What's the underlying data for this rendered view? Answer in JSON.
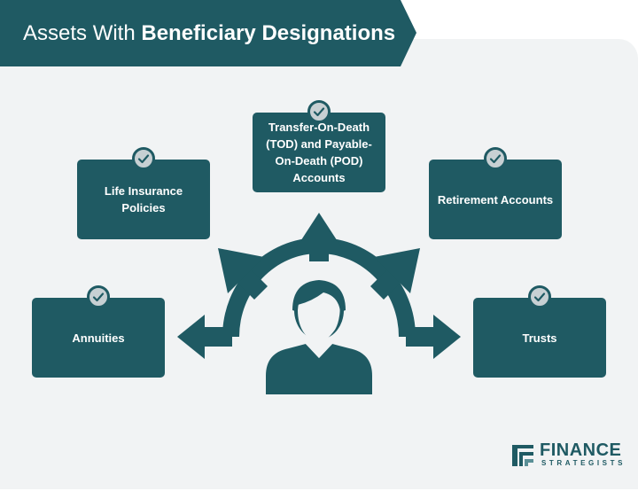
{
  "header": {
    "title_prefix": "Assets With",
    "title_bold": "Beneficiary Designations"
  },
  "boxes": {
    "tod_pod": "Transfer-On-Death (TOD) and Payable-On-Death (POD) Accounts",
    "life_insurance": "Life Insurance Policies",
    "retirement": "Retirement Accounts",
    "annuities": "Annuities",
    "trusts": "Trusts"
  },
  "logo": {
    "name": "FINANCE",
    "tagline": "STRATEGISTS"
  },
  "colors": {
    "primary": "#1f5a63",
    "background": "#f1f3f4",
    "check_fill": "#c7d0d3"
  },
  "icons": [
    "check-icon",
    "person-icon",
    "arrow-icon"
  ]
}
